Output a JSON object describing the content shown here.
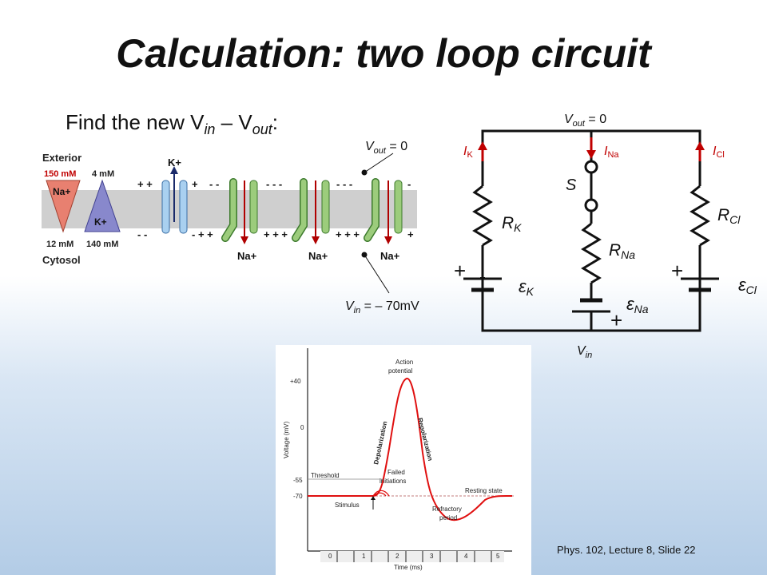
{
  "slide": {
    "title": "Calculation: two loop circuit",
    "subtitle_prefix": "Find the new V",
    "subtitle_in": "in",
    "subtitle_dash": " – V",
    "subtitle_out": "out",
    "subtitle_colon": ":",
    "footer": "Phys. 102, Lecture 8, Slide 22"
  },
  "membrane": {
    "exterior_label": "Exterior",
    "cytosol_label": "Cytosol",
    "na_out_conc": "150 mM",
    "na_in_conc": "12 mM",
    "k_out_conc": "4 mM",
    "k_in_conc": "140 mM",
    "na_ion": "Na+",
    "k_ion": "K+",
    "k_channel_ion": "K+",
    "na_channel_ion": "Na+",
    "vout_label": "V",
    "vout_sub": "out",
    "vout_val": " = 0",
    "vin_label": "V",
    "vin_sub": "in",
    "vin_val": " = – 70mV",
    "top_charges": [
      "+ +",
      "+",
      "- -",
      "- - -",
      "- - -",
      "-"
    ],
    "bottom_charges": [
      "- -",
      "- + +",
      "+ + +",
      "+ + +",
      "+"
    ]
  },
  "circuit": {
    "vout_label": "V",
    "vout_sub": "out",
    "vout_val": " = 0",
    "vin_label": "V",
    "vin_sub": "in",
    "current_k": "I",
    "current_k_sub": "K",
    "current_na": "I",
    "current_na_sub": "Na",
    "current_cl": "I",
    "current_cl_sub": "Cl",
    "switch_label": "S",
    "r_k": "R",
    "r_k_sub": "K",
    "r_na": "R",
    "r_na_sub": "Na",
    "r_cl": "R",
    "r_cl_sub": "Cl",
    "emf_k": "ε",
    "emf_k_sub": "K",
    "emf_na": "ε",
    "emf_na_sub": "Na",
    "emf_cl": "ε",
    "emf_cl_sub": "Cl",
    "plus": "+",
    "wire_color": "#111111",
    "current_color": "#c00000"
  },
  "action_potential": {
    "ylabel": "Voltage (mV)",
    "xlabel": "Time (ms)",
    "y_ticks": [
      "+40",
      "0",
      "-55",
      "-70"
    ],
    "x_ticks": [
      "0",
      "1",
      "2",
      "3",
      "4",
      "5"
    ],
    "labels": {
      "action": "Action",
      "potential": "potential",
      "depolarization": "Depolarization",
      "repolarization": "Repolarization",
      "threshold": "Threshold",
      "failed1": "Failed",
      "failed2": "initiations",
      "resting": "Resting state",
      "stimulus": "Stimulus",
      "refractory1": "Refractory",
      "refractory2": "period"
    },
    "curve_color": "#e01010"
  }
}
